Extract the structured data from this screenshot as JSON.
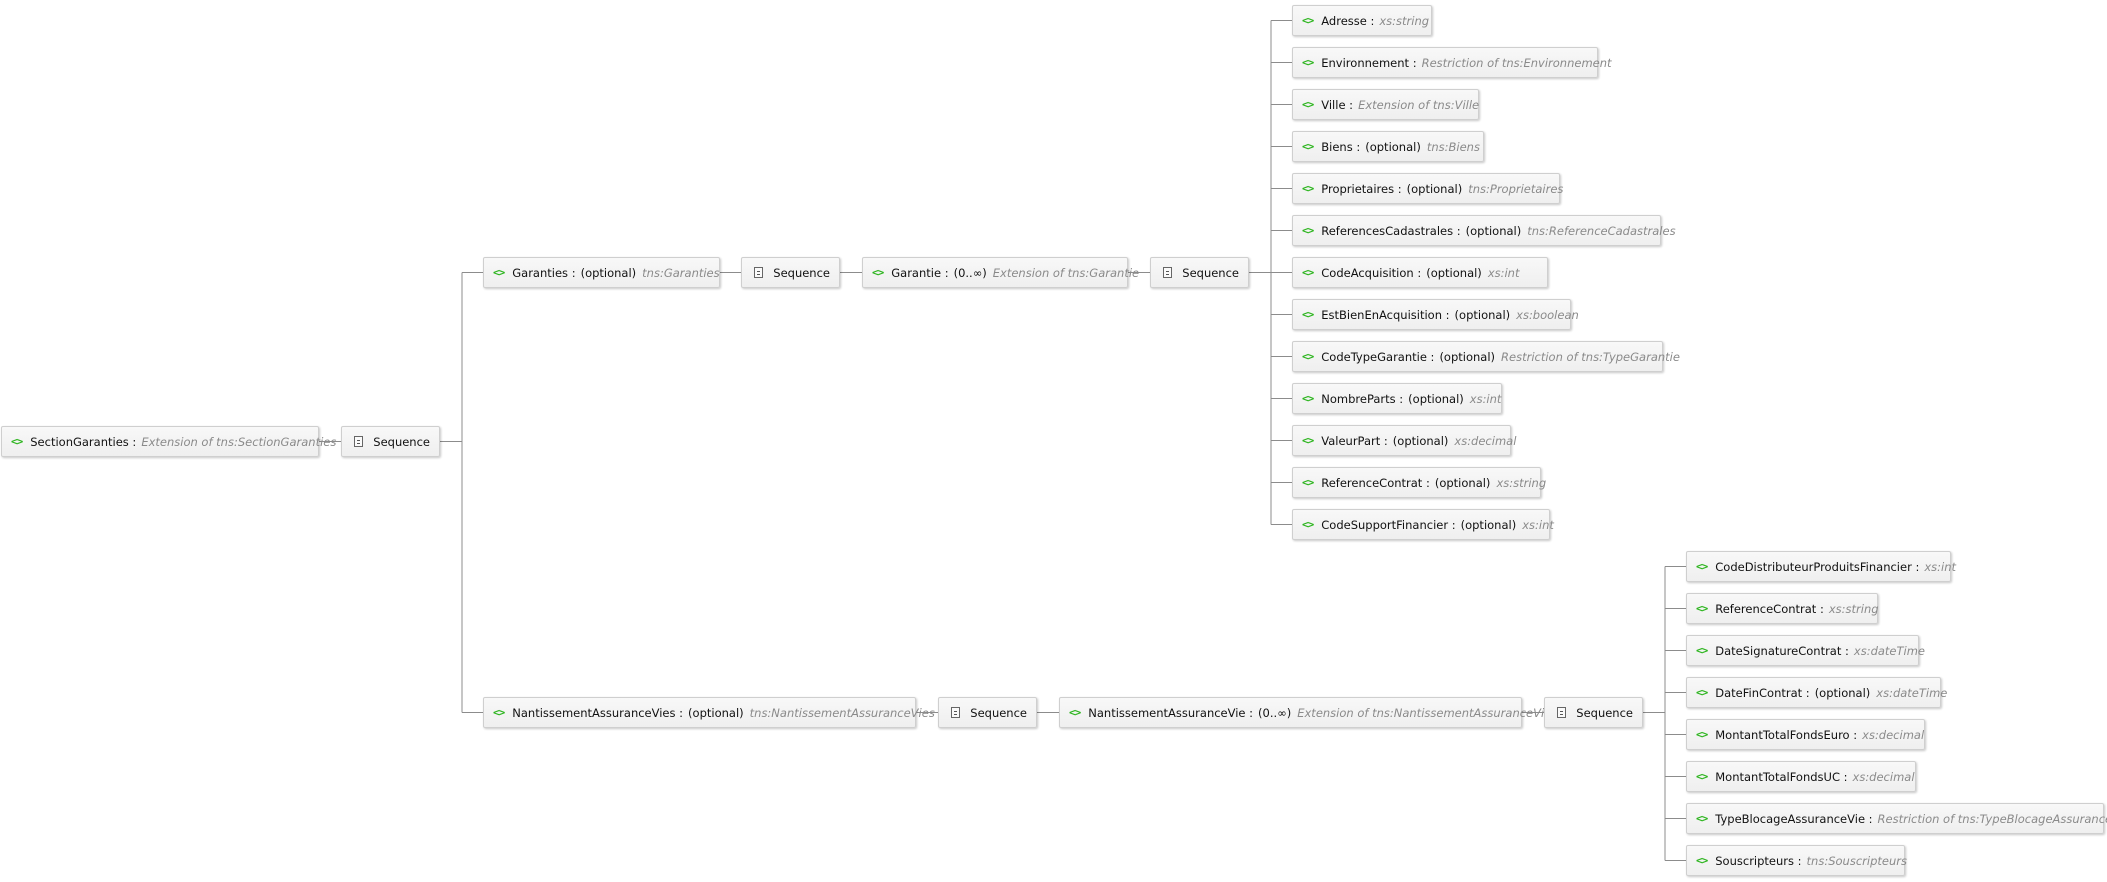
{
  "root": {
    "name": "SectionGaranties",
    "type": "Extension of tns:SectionGaranties"
  },
  "sequence_label": "Sequence",
  "garanties": {
    "name": "Garanties",
    "occurrence": "(optional)",
    "type": "tns:Garanties"
  },
  "garantie": {
    "name": "Garantie",
    "occurrence": "(0..∞)",
    "type": "Extension of tns:Garantie"
  },
  "garantie_children": [
    {
      "name": "Adresse",
      "occurrence": "",
      "type": "xs:string"
    },
    {
      "name": "Environnement",
      "occurrence": "",
      "type": "Restriction of tns:Environnement"
    },
    {
      "name": "Ville",
      "occurrence": "",
      "type": "Extension of tns:Ville"
    },
    {
      "name": "Biens",
      "occurrence": "(optional)",
      "type": "tns:Biens"
    },
    {
      "name": "Proprietaires",
      "occurrence": "(optional)",
      "type": "tns:Proprietaires"
    },
    {
      "name": "ReferencesCadastrales",
      "occurrence": "(optional)",
      "type": "tns:ReferenceCadastrales"
    },
    {
      "name": "CodeAcquisition",
      "occurrence": "(optional)",
      "type": "xs:int"
    },
    {
      "name": "EstBienEnAcquisition",
      "occurrence": "(optional)",
      "type": "xs:boolean"
    },
    {
      "name": "CodeTypeGarantie",
      "occurrence": "(optional)",
      "type": "Restriction of tns:TypeGarantie"
    },
    {
      "name": "NombreParts",
      "occurrence": "(optional)",
      "type": "xs:int"
    },
    {
      "name": "ValeurPart",
      "occurrence": "(optional)",
      "type": "xs:decimal"
    },
    {
      "name": "ReferenceContrat",
      "occurrence": "(optional)",
      "type": "xs:string"
    },
    {
      "name": "CodeSupportFinancier",
      "occurrence": "(optional)",
      "type": "xs:int"
    }
  ],
  "nantissements": {
    "name": "NantissementAssuranceVies",
    "occurrence": "(optional)",
    "type": "tns:NantissementAssuranceVies"
  },
  "nantissement": {
    "name": "NantissementAssuranceVie",
    "occurrence": "(0..∞)",
    "type": "Extension of tns:NantissementAssuranceVie"
  },
  "nantissement_children": [
    {
      "name": "CodeDistributeurProduitsFinancier",
      "occurrence": "",
      "type": "xs:int"
    },
    {
      "name": "ReferenceContrat",
      "occurrence": "",
      "type": "xs:string"
    },
    {
      "name": "DateSignatureContrat",
      "occurrence": "",
      "type": "xs:dateTime"
    },
    {
      "name": "DateFinContrat",
      "occurrence": "(optional)",
      "type": "xs:dateTime"
    },
    {
      "name": "MontantTotalFondsEuro",
      "occurrence": "",
      "type": "xs:decimal"
    },
    {
      "name": "MontantTotalFondsUC",
      "occurrence": "",
      "type": "xs:decimal"
    },
    {
      "name": "TypeBlocageAssuranceVie",
      "occurrence": "",
      "type": "Restriction of tns:TypeBlocageAssuranceVie"
    },
    {
      "name": "Souscripteurs",
      "occurrence": "",
      "type": "tns:Souscripteurs"
    }
  ]
}
